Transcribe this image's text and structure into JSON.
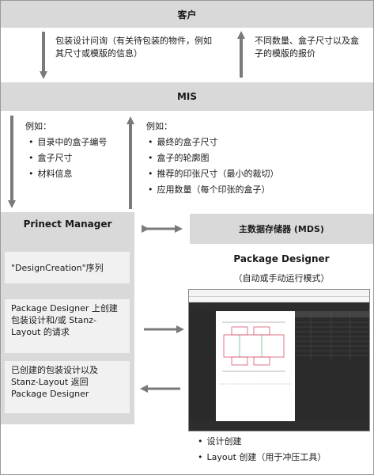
{
  "customer_band": {
    "label": "客户"
  },
  "mis_band": {
    "label": "MIS"
  },
  "customer_to_mis": {
    "text": "包装设计问询（有关待包装的物件，例如其尺寸或模版的信息）"
  },
  "mis_to_customer": {
    "text": "不同数量、盒子尺寸以及盒子的模版的报价"
  },
  "mis_down": {
    "heading": "例如：",
    "items": [
      "目录中的盒子编号",
      "盒子尺寸",
      "材料信息"
    ]
  },
  "mis_up": {
    "heading": "例如：",
    "items": [
      "最终的盒子尺寸",
      "盒子的轮廓图",
      "推荐的印张尺寸（最小的裁切）",
      "应用数量（每个印张的盒子）"
    ]
  },
  "prinect_manager": {
    "title": "Prinect Manager",
    "sequence": "\"DesignCreation\"序列",
    "request": "Package Designer 上创建包装设计和/或 Stanz-Layout 的请求",
    "returned": "已创建的包装设计以及 Stanz-Layout 返回 Package Designer"
  },
  "mds": {
    "label": "主数据存储器 (MDS)"
  },
  "package_designer": {
    "title": "Package Designer",
    "subtitle": "（自动或手动运行模式）",
    "bullets": [
      "设计创建",
      "Layout 创建（用于冲压工具）"
    ]
  },
  "colors": {
    "band": "#d9d9d9",
    "inner": "#f1f1f1",
    "arrow": "#7a7a7a",
    "dark_ui": "#2d2d2d"
  }
}
